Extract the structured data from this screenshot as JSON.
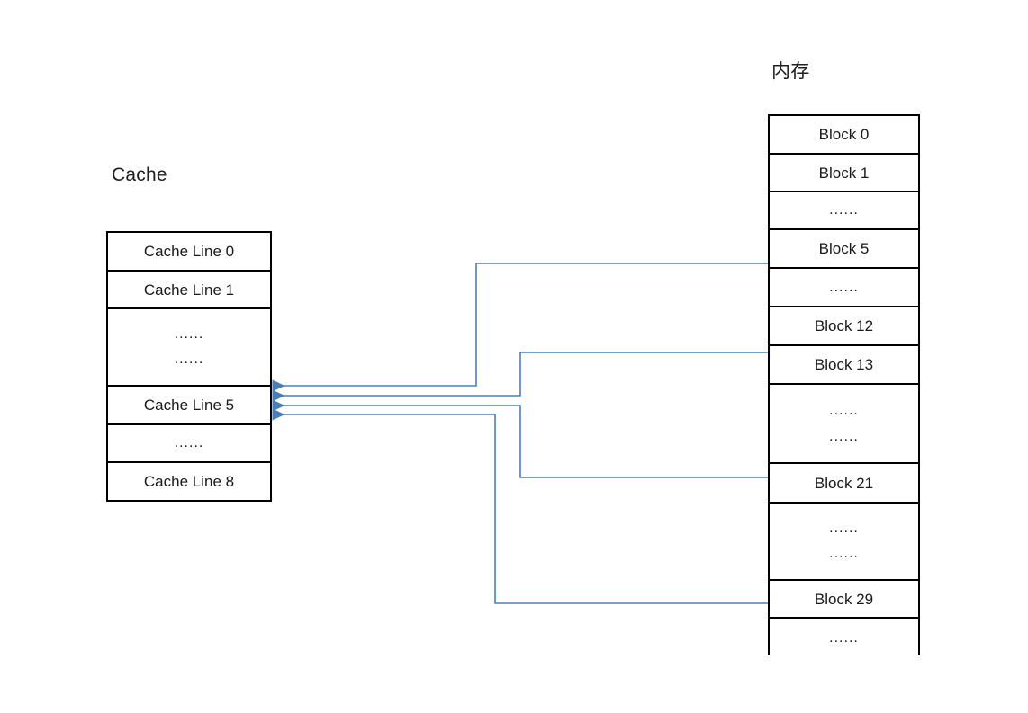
{
  "diagram": {
    "kind": "cache-mapping-diagram",
    "background": "#ffffff",
    "line_color": "#4a7ebb",
    "box_border_color": "#000000",
    "text_color": "#1a1a1a"
  },
  "cache": {
    "title": "Cache",
    "rows": [
      {
        "label": "Cache Line 0",
        "type": "label"
      },
      {
        "label": "Cache Line 1",
        "type": "label"
      },
      {
        "label": "......",
        "label2": "......",
        "type": "dots-tall"
      },
      {
        "label": "Cache Line 5",
        "type": "label"
      },
      {
        "label": "......",
        "type": "dots"
      },
      {
        "label": "Cache Line 8",
        "type": "label"
      }
    ]
  },
  "memory": {
    "title": "内存",
    "rows": [
      {
        "label": "Block 0",
        "type": "label"
      },
      {
        "label": "Block 1",
        "type": "label"
      },
      {
        "label": "......",
        "type": "dots"
      },
      {
        "label": "Block 5",
        "type": "label"
      },
      {
        "label": "......",
        "type": "dots"
      },
      {
        "label": "Block 12",
        "type": "label"
      },
      {
        "label": "Block 13",
        "type": "label"
      },
      {
        "label": "......",
        "label2": "......",
        "type": "dots-tall"
      },
      {
        "label": "Block 21",
        "type": "label"
      },
      {
        "label": "......",
        "label2": "......",
        "type": "dots-tall"
      },
      {
        "label": "Block 29",
        "type": "label"
      },
      {
        "label": "......",
        "type": "dots"
      }
    ]
  },
  "connections": [
    {
      "from": "Block 5",
      "to": "Cache Line 5",
      "arrow": true
    },
    {
      "from": "Block 13",
      "to": "Cache Line 5",
      "arrow": true
    },
    {
      "from": "Block 21",
      "to": "Cache Line 5",
      "arrow": true
    },
    {
      "from": "Block 29",
      "to": "Cache Line 5",
      "arrow": true
    }
  ]
}
